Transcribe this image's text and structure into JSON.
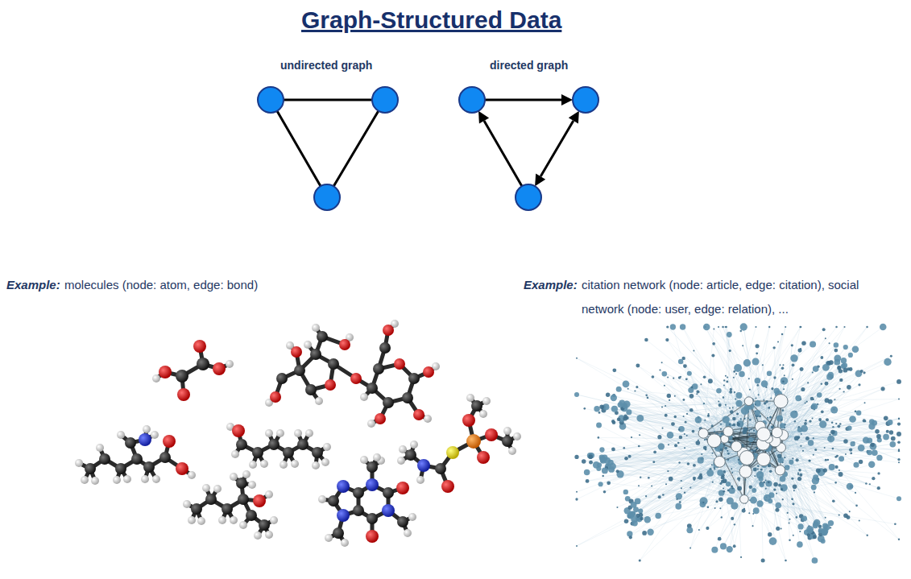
{
  "diagram": {
    "title": "Graph-Structured Data",
    "labels": [
      "undirected graph",
      "directed graph",
      "Example:",
      "molecules (node: atom, edge: bond)",
      "Example:",
      "citation network (node: article, edge: citation), social network (node: user, edge: relation), ..."
    ]
  }
}
